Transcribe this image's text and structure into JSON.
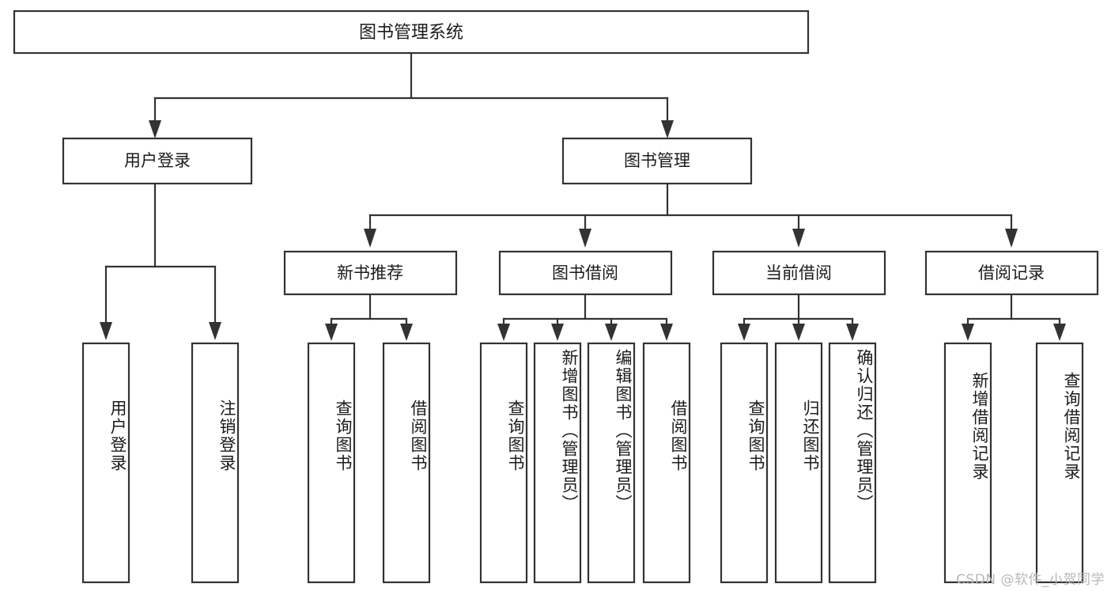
{
  "diagram": {
    "type": "tree",
    "root": {
      "id": "root",
      "label": "图书管理系统"
    },
    "level2": [
      {
        "id": "user-login",
        "label": "用户登录"
      },
      {
        "id": "book-manage",
        "label": "图书管理"
      }
    ],
    "level3": [
      {
        "id": "new-book-rec",
        "label": "新书推荐",
        "parent": "book-manage"
      },
      {
        "id": "book-borrow",
        "label": "图书借阅",
        "parent": "book-manage"
      },
      {
        "id": "current-borrow",
        "label": "当前借阅",
        "parent": "book-manage"
      },
      {
        "id": "borrow-record",
        "label": "借阅记录",
        "parent": "book-manage"
      }
    ],
    "leaves": [
      {
        "id": "leaf-user-login",
        "label": "用户登录",
        "parent": "user-login"
      },
      {
        "id": "leaf-user-logout",
        "label": "注销登录",
        "parent": "user-login"
      },
      {
        "id": "leaf-query-book-1",
        "label": "查询图书",
        "parent": "new-book-rec"
      },
      {
        "id": "leaf-borrow-book-1",
        "label": "借阅图书",
        "parent": "new-book-rec"
      },
      {
        "id": "leaf-query-book-2",
        "label": "查询图书",
        "parent": "book-borrow"
      },
      {
        "id": "leaf-add-book",
        "label": "新增图书（管理员）",
        "parent": "book-borrow"
      },
      {
        "id": "leaf-edit-book",
        "label": "编辑图书（管理员）",
        "parent": "book-borrow"
      },
      {
        "id": "leaf-borrow-book-2",
        "label": "借阅图书",
        "parent": "book-borrow"
      },
      {
        "id": "leaf-query-book-3",
        "label": "查询图书",
        "parent": "current-borrow"
      },
      {
        "id": "leaf-return-book",
        "label": "归还图书",
        "parent": "current-borrow"
      },
      {
        "id": "leaf-confirm-return",
        "label": "确认归还（管理员）",
        "parent": "current-borrow"
      },
      {
        "id": "leaf-add-record",
        "label": "新增借阅记录",
        "parent": "borrow-record"
      },
      {
        "id": "leaf-query-record",
        "label": "查询借阅记录",
        "parent": "borrow-record"
      }
    ]
  },
  "watermark": {
    "text": "CSDN @软件_小贺同学"
  },
  "colors": {
    "box_border": "#333333",
    "box_fill": "#ffffff",
    "connector": "#333333",
    "text": "#1b1b1b",
    "watermark": "#b8b8b8",
    "background": "#ffffff"
  }
}
